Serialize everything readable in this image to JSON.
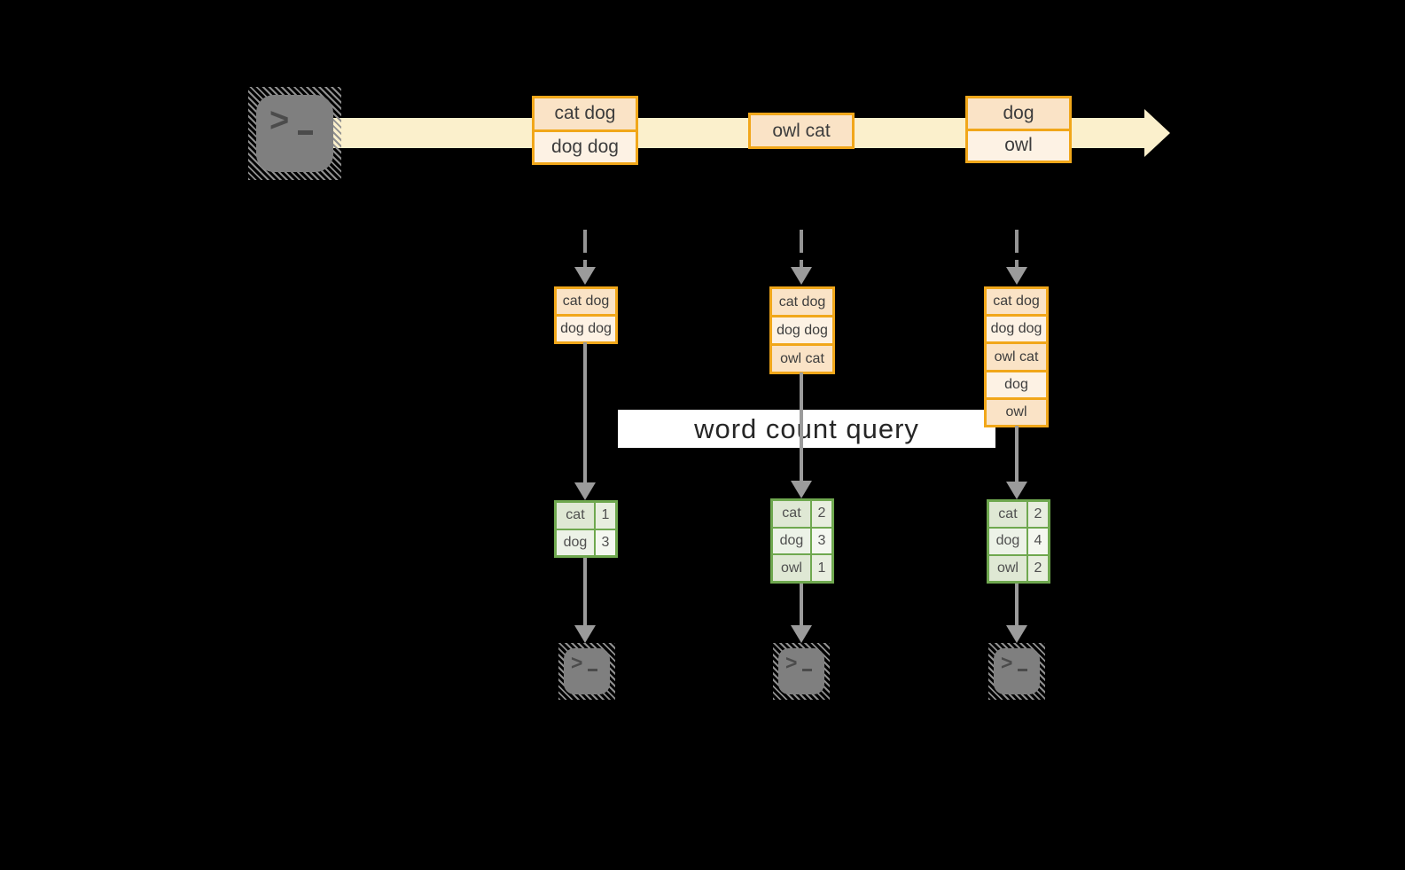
{
  "colors": {
    "gold": "#F1A71A",
    "peach-dark": "#FAE3C6",
    "peach-light": "#FDF2E4",
    "band": "#FBF0CC",
    "green": "#6FA84F",
    "green-word-dark": "#DFE8D4",
    "green-num-dark": "#E8EEDF",
    "green-word-light": "#ECF2E7",
    "green-num-light": "#F4F7F0",
    "gray-arrow": "#9B9B9B",
    "gray-dash": "#949494",
    "terminal-gray": "#7F7F7F",
    "hatch": "#8F8F8F",
    "query-bg": "#FFFFFF"
  },
  "icons": {
    "terminal_prompt": ">"
  },
  "stream": {
    "events": [
      {
        "rows": [
          "cat dog",
          "dog dog"
        ]
      },
      {
        "rows": [
          "owl cat"
        ]
      },
      {
        "rows": [
          "dog",
          "owl"
        ]
      }
    ]
  },
  "buffers": [
    {
      "rows": [
        "cat dog",
        "dog dog"
      ]
    },
    {
      "rows": [
        "cat dog",
        "dog dog",
        "owl cat"
      ]
    },
    {
      "rows": [
        "cat dog",
        "dog dog",
        "owl cat",
        "dog",
        "owl"
      ]
    }
  ],
  "query": {
    "label": "word count query"
  },
  "results": [
    {
      "rows": [
        {
          "word": "cat",
          "count": "1"
        },
        {
          "word": "dog",
          "count": "3"
        }
      ]
    },
    {
      "rows": [
        {
          "word": "cat",
          "count": "2"
        },
        {
          "word": "dog",
          "count": "3"
        },
        {
          "word": "owl",
          "count": "1"
        }
      ]
    },
    {
      "rows": [
        {
          "word": "cat",
          "count": "2"
        },
        {
          "word": "dog",
          "count": "4"
        },
        {
          "word": "owl",
          "count": "2"
        }
      ]
    }
  ]
}
